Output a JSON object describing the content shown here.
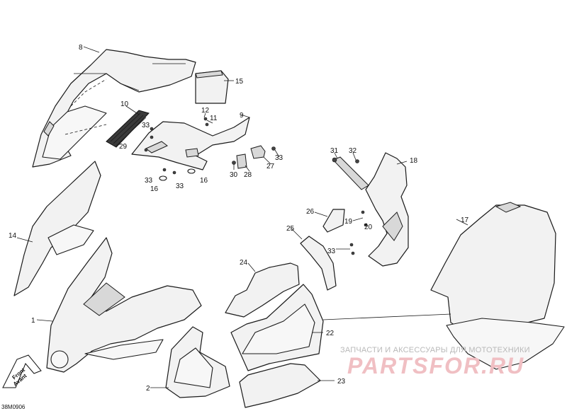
{
  "diagram": {
    "callouts": [
      "8",
      "15",
      "10",
      "12",
      "11",
      "9",
      "33",
      "33",
      "29",
      "33",
      "33",
      "16",
      "16",
      "30",
      "28",
      "27",
      "31",
      "32",
      "18",
      "14",
      "26",
      "19",
      "20",
      "17",
      "25",
      "33",
      "24",
      "1",
      "22",
      "2",
      "23"
    ],
    "front_label_line1": "Front",
    "front_label_line2": "Avant",
    "figure_code": "38M0906"
  },
  "watermark": {
    "line1": "ЗАПЧАСТИ И АКСЕССУАРЫ ДЛЯ МОТОТЕХНИКИ",
    "line2": "PARTSFOR.RU"
  }
}
